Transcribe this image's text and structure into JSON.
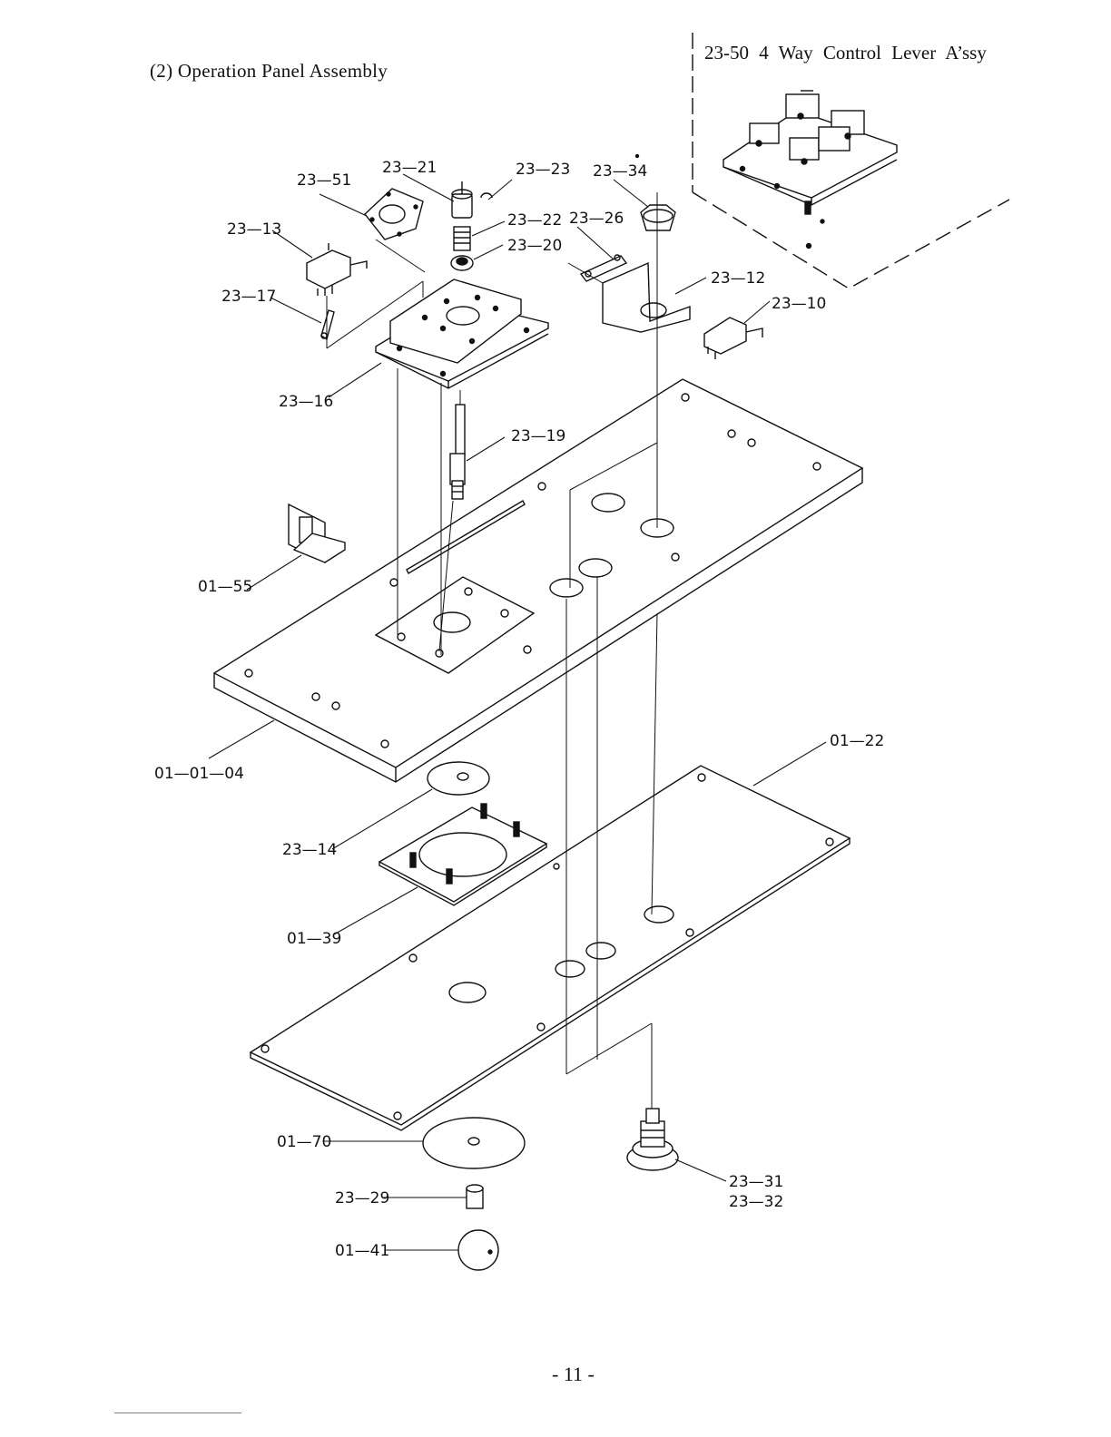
{
  "page": {
    "title": "(2)  Operation Panel Assembly",
    "inset_title": "23-50  4 Way Control Lever A’ssy",
    "page_number": "-  11  -"
  },
  "labels": {
    "l_23_51": "23—51",
    "l_23_21": "23—21",
    "l_23_23": "23—23",
    "l_23_34": "23—34",
    "l_23_13": "23—13",
    "l_23_22": "23—22",
    "l_23_26": "23—26",
    "l_23_20": "23—20",
    "l_23_12": "23—12",
    "l_23_17": "23—17",
    "l_23_10": "23—10",
    "l_23_16": "23—16",
    "l_23_19": "23—19",
    "l_01_55": "01—55",
    "l_01_01_04": "01—01—04",
    "l_01_22": "01—22",
    "l_23_14": "23—14",
    "l_01_39": "01—39",
    "l_01_70": "01—70",
    "l_23_29": "23—29",
    "l_23_31": "23—31",
    "l_23_32": "23—32",
    "l_01_41": "01—41"
  }
}
